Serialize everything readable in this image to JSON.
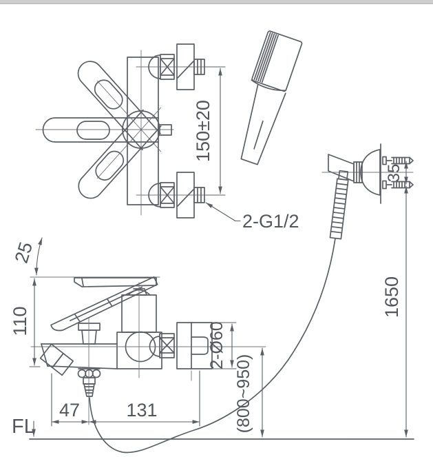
{
  "drawing": {
    "type": "faucet-installation-technical-drawing",
    "colors": {
      "line": "#5b5f66",
      "centerline": "#70747a",
      "text": "#53565c",
      "background": "#ffffff",
      "top_bar": "#cdcdcd"
    },
    "labels": {
      "inlet_spacing": "150±20",
      "thread_callout": "2-G1/2",
      "bracket_screw_spacing": "35",
      "bracket_height": "1650",
      "handle_angle": "25",
      "body_height": "110",
      "escutcheon_diameter": "2-Ø60",
      "install_height_range": "(800~950)",
      "spout_offset": "47",
      "wall_distance": "131",
      "floor_level": "FL"
    }
  }
}
